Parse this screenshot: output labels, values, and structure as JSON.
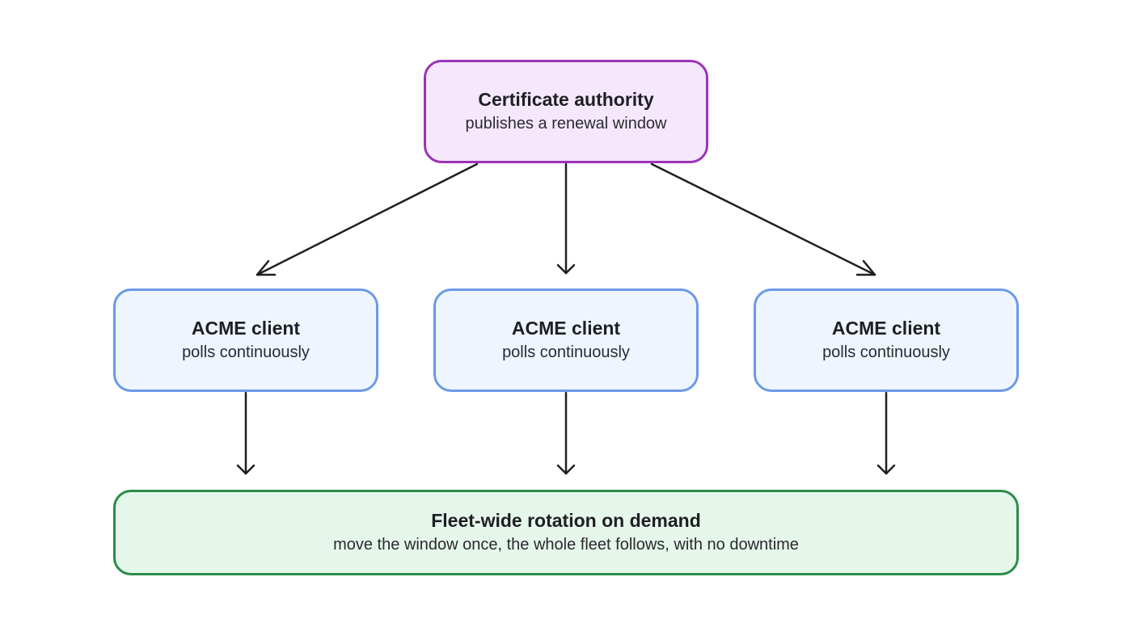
{
  "authority": {
    "title": "Certificate authority",
    "subtitle": "publishes a renewal window"
  },
  "clients": [
    {
      "title": "ACME client",
      "subtitle": "polls continuously"
    },
    {
      "title": "ACME client",
      "subtitle": "polls continuously"
    },
    {
      "title": "ACME client",
      "subtitle": "polls continuously"
    }
  ],
  "outcome": {
    "title": "Fleet-wide rotation on demand",
    "subtitle": "move the window once, the whole fleet follows, with no downtime"
  },
  "colors": {
    "authority_border": "#9b33b8",
    "authority_fill": "#f5e8fc",
    "client_border": "#6d99e6",
    "client_fill": "#eef5fe",
    "outcome_border": "#2b8c4a",
    "outcome_fill": "#e5f6ea",
    "arrow": "#1f1f24"
  },
  "edges": [
    {
      "from": "authority",
      "to": "client-1"
    },
    {
      "from": "authority",
      "to": "client-2"
    },
    {
      "from": "authority",
      "to": "client-3"
    },
    {
      "from": "client-1",
      "to": "outcome"
    },
    {
      "from": "client-2",
      "to": "outcome"
    },
    {
      "from": "client-3",
      "to": "outcome"
    }
  ]
}
